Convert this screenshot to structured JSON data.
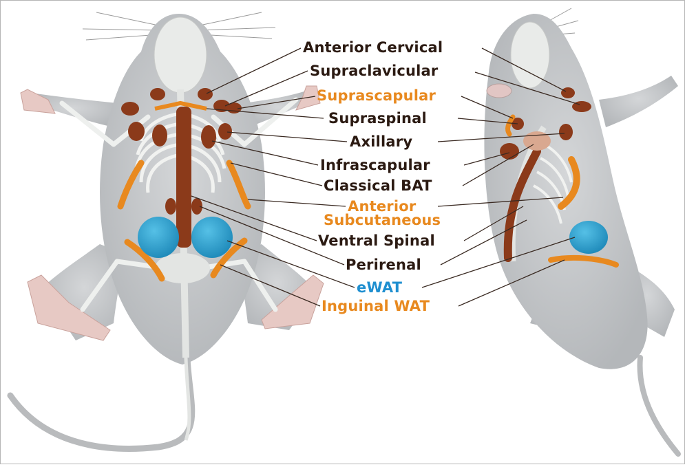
{
  "labels": [
    {
      "id": "anterior-cervical",
      "text": "Anterior Cervical",
      "tissue": "brown"
    },
    {
      "id": "supraclavicular",
      "text": "Supraclavicular",
      "tissue": "brown"
    },
    {
      "id": "suprascapular",
      "text": "Suprascapular",
      "tissue": "orange"
    },
    {
      "id": "supraspinal",
      "text": "Supraspinal",
      "tissue": "brown"
    },
    {
      "id": "axillary",
      "text": "Axillary",
      "tissue": "brown"
    },
    {
      "id": "infrascapular",
      "text": "Infrascapular",
      "tissue": "brown"
    },
    {
      "id": "classical-bat",
      "text": "Classical BAT",
      "tissue": "brown"
    },
    {
      "id": "anterior-subcutaneous-1",
      "text": "Anterior",
      "tissue": "orange"
    },
    {
      "id": "anterior-subcutaneous-2",
      "text": "Subcutaneous",
      "tissue": "orange"
    },
    {
      "id": "ventral-spinal",
      "text": "Ventral Spinal",
      "tissue": "brown"
    },
    {
      "id": "perirenal",
      "text": "Perirenal",
      "tissue": "brown"
    },
    {
      "id": "ewat",
      "text": "eWAT",
      "tissue": "blue"
    },
    {
      "id": "inguinal-wat",
      "text": "Inguinal WAT",
      "tissue": "orange"
    }
  ],
  "colors": {
    "brown_fat": "#8b3a1a",
    "beige_fat": "#e8891f",
    "white_fat": "#2a9cc8",
    "mouse_body": "#c9cbcd",
    "skeleton": "#eef0ee",
    "label_brown": "#2b1a12",
    "label_orange": "#e8891f",
    "label_blue": "#1f8fd0"
  }
}
